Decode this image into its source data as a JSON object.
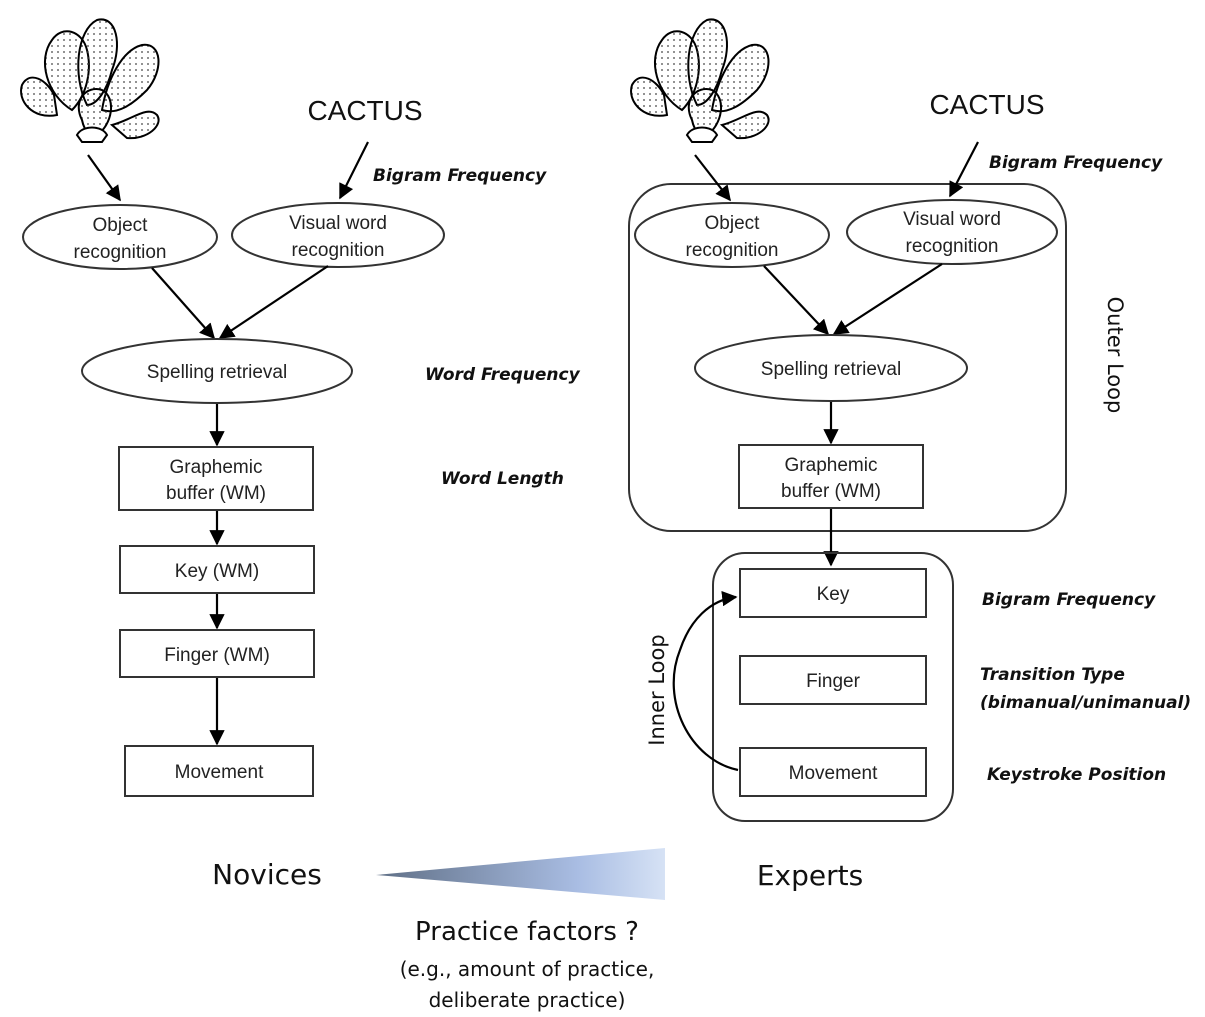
{
  "novice": {
    "stimulus_word": "CACTUS",
    "nodes": {
      "object_recognition": [
        "Object",
        "recognition"
      ],
      "visual_word_recognition": [
        "Visual word",
        "recognition"
      ],
      "spelling_retrieval": "Spelling retrieval",
      "graphemic_buffer": [
        "Graphemic",
        "buffer (WM)"
      ],
      "key": "Key (WM)",
      "finger": "Finger (WM)",
      "movement": "Movement"
    },
    "factors": {
      "bigram": "Bigram Frequency",
      "word_frequency": "Word Frequency",
      "word_length": "Word Length"
    }
  },
  "expert": {
    "stimulus_word": "CACTUS",
    "nodes": {
      "object_recognition": [
        "Object",
        "recognition"
      ],
      "visual_word_recognition": [
        "Visual word",
        "recognition"
      ],
      "spelling_retrieval": "Spelling retrieval",
      "graphemic_buffer": [
        "Graphemic",
        "buffer (WM)"
      ],
      "key": "Key",
      "finger": "Finger",
      "movement": "Movement"
    },
    "outer_loop_label": "Outer Loop",
    "inner_loop_label": "Inner Loop",
    "factors": {
      "bigram_top": "Bigram Frequency",
      "bigram_key": "Bigram Frequency",
      "transition": [
        "Transition Type",
        "(bimanual/unimanual)"
      ],
      "keystroke": "Keystroke Position"
    }
  },
  "bottom": {
    "novices_label": "Novices",
    "experts_label": "Experts",
    "practice_title": "Practice factors ?",
    "practice_note": [
      "(e.g., amount of practice,",
      "deliberate practice)"
    ]
  },
  "colors": {
    "gradient_start": "#5f6f86",
    "gradient_end": "#c9d8f0",
    "stroke": "#333333"
  }
}
